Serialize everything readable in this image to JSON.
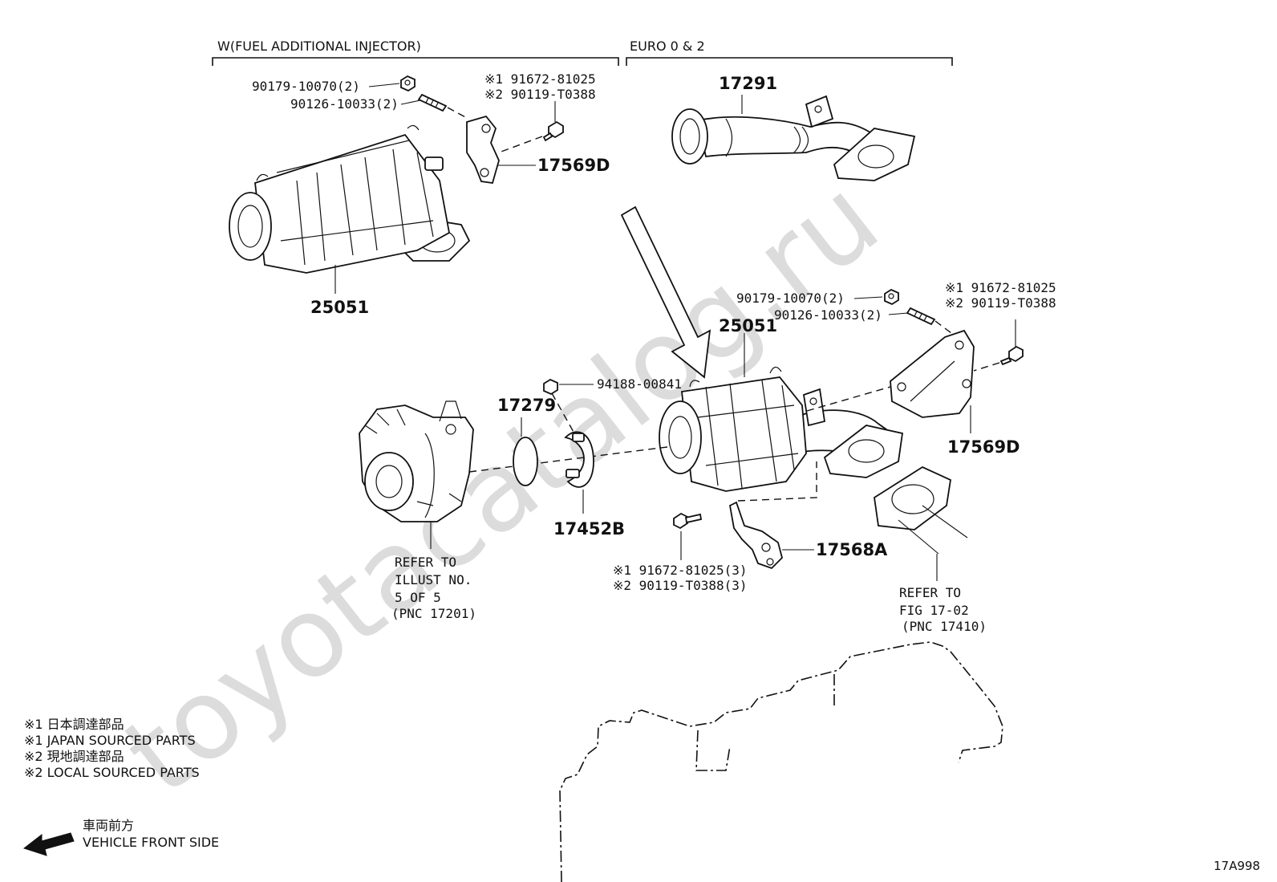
{
  "watermark": "toyotacatalog.ru",
  "sections": {
    "left_header": "W(FUEL ADDITIONAL INJECTOR)",
    "right_header": "EURO 0 & 2"
  },
  "labels": {
    "nut_left": "90179-10070(2)",
    "stud_left": "90126-10033(2)",
    "bolt_left_1": "※1 91672-81025",
    "bolt_left_2": "※2 90119-T0388",
    "bracket_left": "17569D",
    "converter_left": "25051",
    "pipe_top": "17291",
    "nut_right": "90179-10070(2)",
    "stud_right": "90126-10033(2)",
    "bolt_right_1": "※1 91672-81025",
    "bolt_right_2": "※2 90119-T0388",
    "converter_right": "25051",
    "bracket_right": "17569D",
    "nut_clamp": "94188-00841",
    "gasket_ring": "17279",
    "clamp": "17452B",
    "bracket_lower": "17568A",
    "bolt_lower_1": "※1 91672-81025(3)",
    "bolt_lower_2": "※2 90119-T0388(3)",
    "refer_turbo": [
      "REFER TO",
      "ILLUST NO.",
      "5 OF 5",
      "(PNC 17201)"
    ],
    "refer_fig": [
      "REFER TO",
      "FIG 17-02",
      "(PNC 17410)"
    ]
  },
  "legend": {
    "line1": "※1  日本調達部品",
    "line2": "※1  JAPAN SOURCED PARTS",
    "line3": "※2  現地調達部品",
    "line4": "※2  LOCAL SOURCED PARTS"
  },
  "direction": {
    "jp": "車両前方",
    "en": "VEHICLE FRONT SIDE"
  },
  "figure_code": "17A998"
}
